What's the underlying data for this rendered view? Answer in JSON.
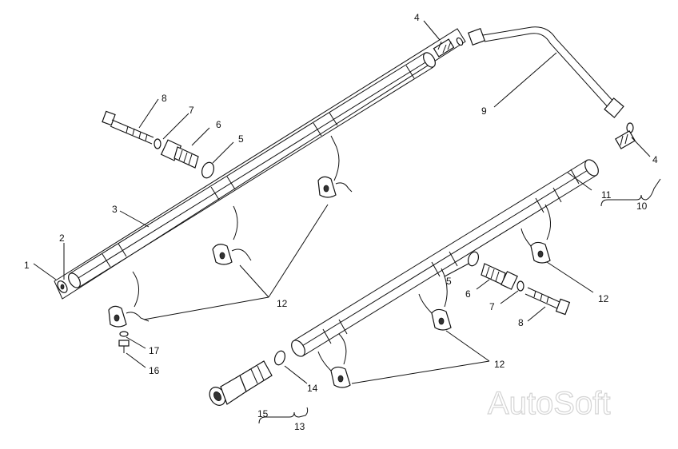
{
  "diagram": {
    "labels": [
      {
        "id": "l1",
        "text": "1"
      },
      {
        "id": "l2",
        "text": "2"
      },
      {
        "id": "l3",
        "text": "3"
      },
      {
        "id": "l4a",
        "text": "4"
      },
      {
        "id": "l4b",
        "text": "4"
      },
      {
        "id": "l5a",
        "text": "5"
      },
      {
        "id": "l5b",
        "text": "5"
      },
      {
        "id": "l6a",
        "text": "6"
      },
      {
        "id": "l6b",
        "text": "6"
      },
      {
        "id": "l7a",
        "text": "7"
      },
      {
        "id": "l7b",
        "text": "7"
      },
      {
        "id": "l8a",
        "text": "8"
      },
      {
        "id": "l8b",
        "text": "8"
      },
      {
        "id": "l9",
        "text": "9"
      },
      {
        "id": "l10",
        "text": "10"
      },
      {
        "id": "l11",
        "text": "11"
      },
      {
        "id": "l12a",
        "text": "12"
      },
      {
        "id": "l12b",
        "text": "12"
      },
      {
        "id": "l12c",
        "text": "12"
      },
      {
        "id": "l13",
        "text": "13"
      },
      {
        "id": "l14",
        "text": "14"
      },
      {
        "id": "l15",
        "text": "15"
      },
      {
        "id": "l16",
        "text": "16"
      },
      {
        "id": "l17",
        "text": "17"
      }
    ],
    "watermark": "AutoSoft"
  }
}
